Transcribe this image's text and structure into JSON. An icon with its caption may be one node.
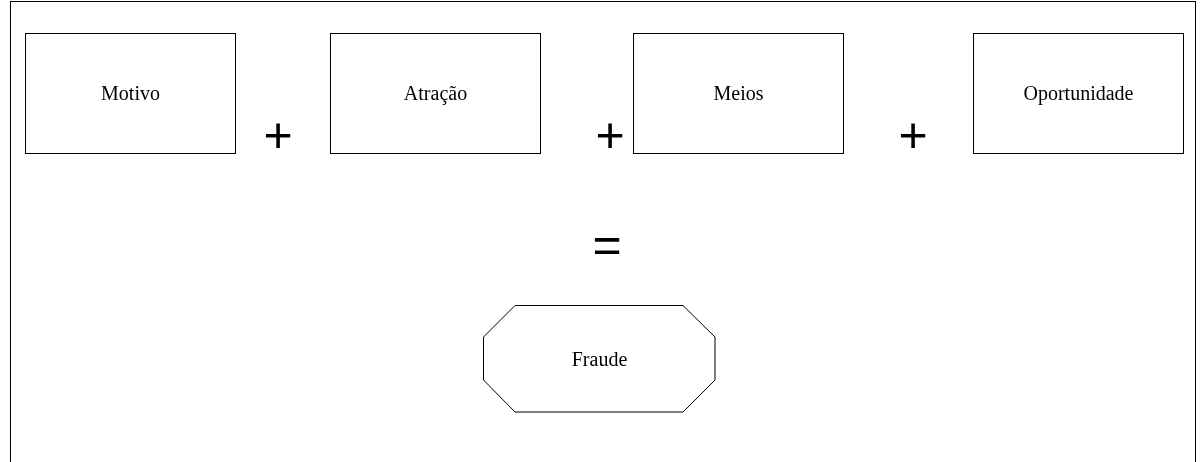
{
  "diagram": {
    "nodes": [
      {
        "text": [
          "Motivo"
        ]
      },
      {
        "text": [
          "Atração"
        ]
      },
      {
        "text": [
          "Meios"
        ]
      },
      {
        "text": [
          "Oportunidade"
        ]
      },
      {
        "text": [
          "Fraude"
        ]
      }
    ],
    "edges": [],
    "labels": [
      "+",
      "+",
      "+",
      "="
    ]
  }
}
